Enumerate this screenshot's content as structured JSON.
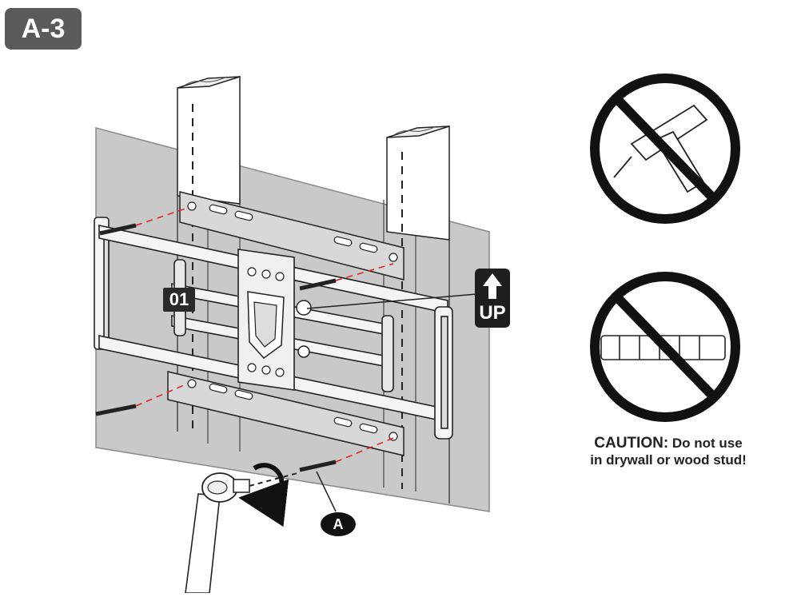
{
  "step": {
    "label": "A-3"
  },
  "part_label": "01",
  "direction": {
    "label": "UP"
  },
  "hardware": {
    "label": "A"
  },
  "caution": {
    "lead": "CAUTION:",
    "line1_rest": "Do not use",
    "line2": "in drywall or wood stud!"
  },
  "colors": {
    "badge": "#5a5a5a",
    "wall": "#c9c9c9",
    "stroke": "#1a1a1a",
    "dash_red": "#e02020",
    "label_bg": "#2a2a2a"
  },
  "icons": [
    "no-drill-icon",
    "no-anchor-icon",
    "up-arrow-icon",
    "wrench-icon",
    "rotate-arrow-icon"
  ]
}
